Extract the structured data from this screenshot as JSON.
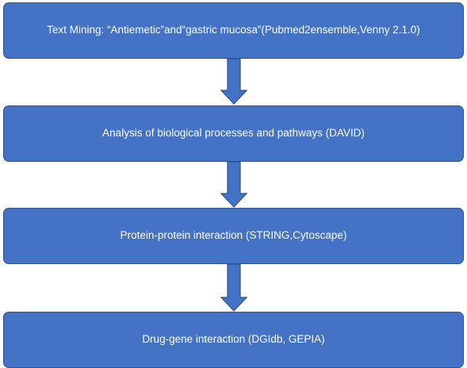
{
  "flowchart": {
    "steps": [
      {
        "label": "Text Mining: “Antiemetic”and“gastric mucosa”(Pubmed2ensemble,Venny 2.1.0)"
      },
      {
        "label": "Analysis of biological processes and pathways (DAVID)"
      },
      {
        "label": "Protein-protein interaction (STRING,Cytoscape)"
      },
      {
        "label": "Drug-gene interaction (DGIdb, GEPIA)"
      }
    ],
    "colors": {
      "box_fill": "#4472c4",
      "box_border": "#2f528f",
      "arrow_fill": "#4472c4",
      "arrow_border": "#2f528f",
      "text": "#ffffff"
    }
  }
}
